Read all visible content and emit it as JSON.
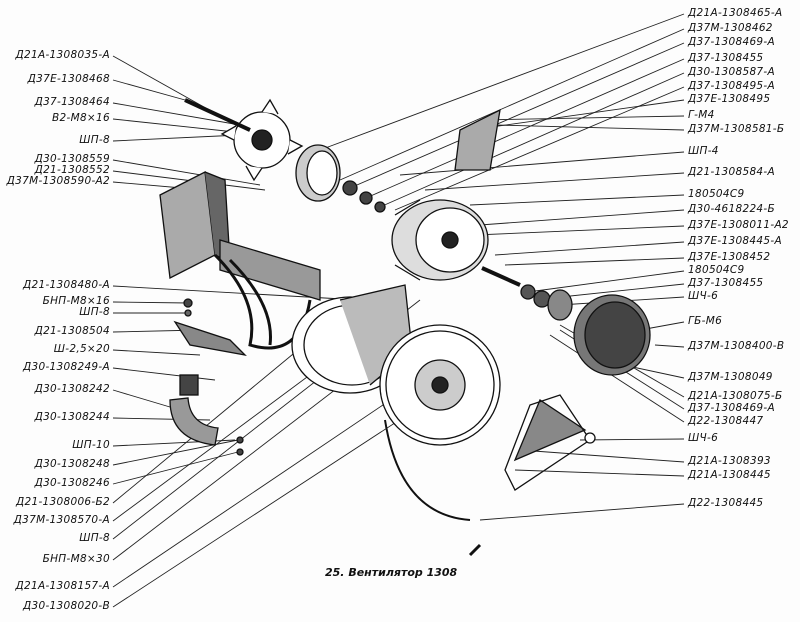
{
  "caption": "25. Вентилятор 1308",
  "left_labels": [
    "Д21А-1308035-А",
    "Д37Е-1308468",
    "Д37-1308464",
    "В2-М8×16",
    "ШП-8",
    "Д30-1308559",
    "Д21-1308552",
    "Д37М-1308590-А2",
    "Д21-1308480-А",
    "БНП-М8×16",
    "ШП-8",
    "Д21-1308504",
    "Ш-2,5×20",
    "Д30-1308249-А",
    "Д30-1308242",
    "Д30-1308244",
    "ШП-10",
    "Д30-1308248",
    "Д30-1308246",
    "Д21-1308006-Б2",
    "Д37М-1308570-А",
    "ШП-8",
    "БНП-М8×30",
    "Д21А-1308157-А",
    "Д30-1308020-В"
  ],
  "right_labels": [
    "Д21А-1308465-А",
    "Д37М-1308462",
    "Д37-1308469-А",
    "Д37-1308455",
    "Д30-1308587-А",
    "Д37-1308495-А",
    "Д37Е-1308495",
    "Г-М4",
    "Д37М-1308581-Б",
    "ШП-4",
    "Д21-1308584-А",
    "180504С9",
    "Д30-4618224-Б",
    "Д37Е-1308011-А2",
    "Д37Е-1308445-А",
    "Д37Е-1308452",
    "180504С9",
    "Д37-1308455",
    "ШЧ-6",
    "ГБ-М6",
    "Д37М-1308400-В",
    "Д37М-1308049",
    "Д21А-1308075-Б",
    "Д37-1308469-А",
    "Д22-1308447",
    "ШЧ-6",
    "Д21А-1308393",
    "Д21А-1308445",
    "Д22-1308445"
  ]
}
